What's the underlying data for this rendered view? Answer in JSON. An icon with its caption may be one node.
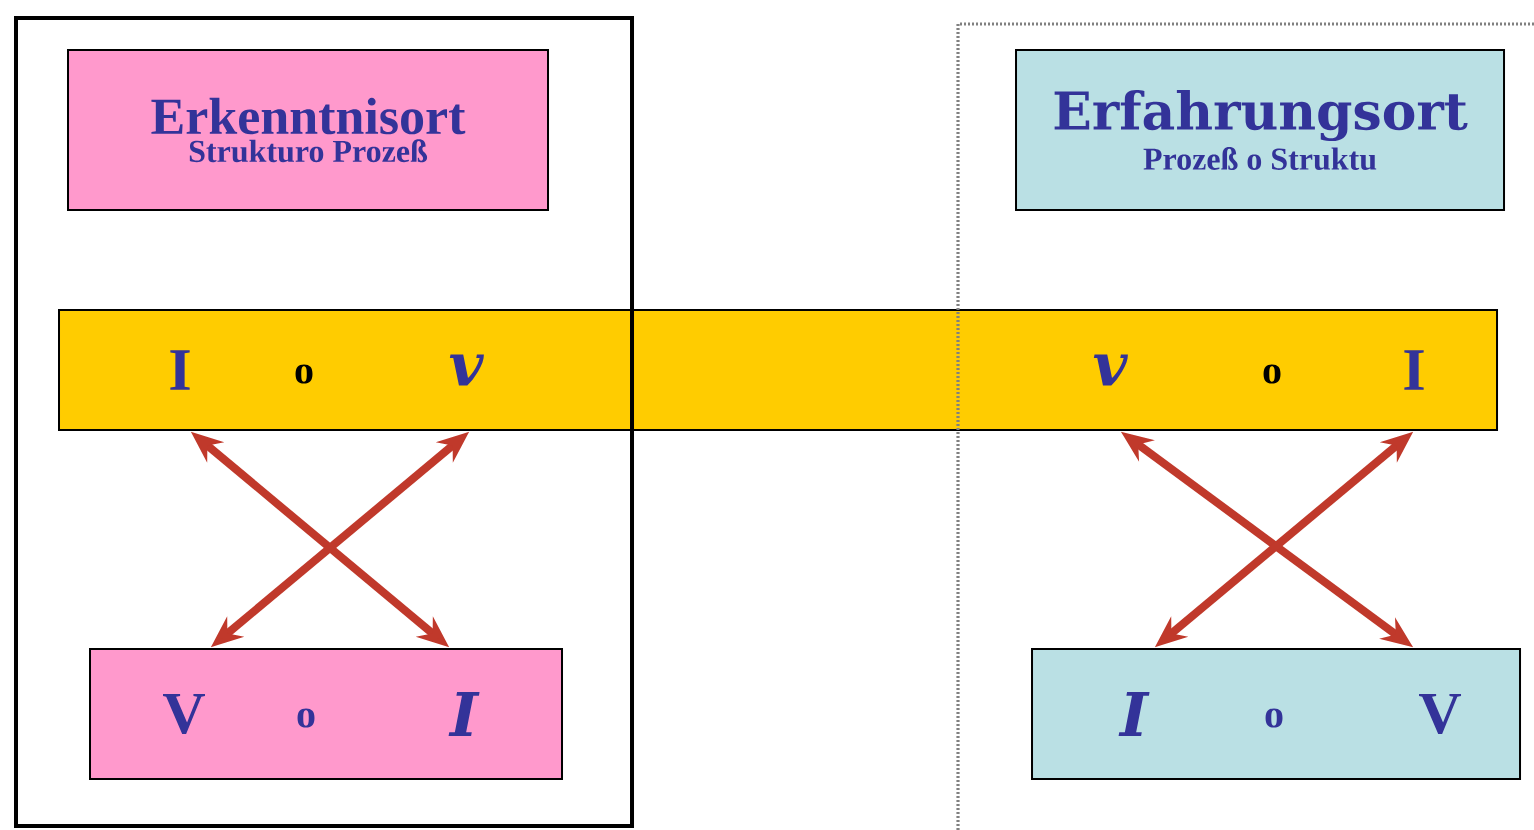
{
  "diagram": {
    "nodes": [
      {
        "text": [],
        "shape": "box"
      },
      {
        "text": [
          "Erkenntnisort",
          "Strukturo Prozeß"
        ],
        "in": 0
      },
      {
        "text": [],
        "shape": "box"
      },
      {
        "text": [
          "Erfahrungsort",
          "Prozeß o Struktu"
        ],
        "in": 2
      },
      {
        "text": [
          "I",
          "o",
          "v",
          "v",
          "o",
          "I"
        ]
      },
      {
        "text": [
          "V",
          "o",
          "I"
        ],
        "in": 0
      },
      {
        "text": [
          "I",
          "o",
          "V"
        ],
        "in": 2
      }
    ],
    "edges": [
      {
        "from": 4,
        "to": 5,
        "arrow": "both"
      },
      {
        "from": 4,
        "to": 5,
        "arrow": "both"
      },
      {
        "from": 4,
        "to": 6,
        "arrow": "both"
      },
      {
        "from": 4,
        "to": 6,
        "arrow": "both"
      }
    ]
  }
}
